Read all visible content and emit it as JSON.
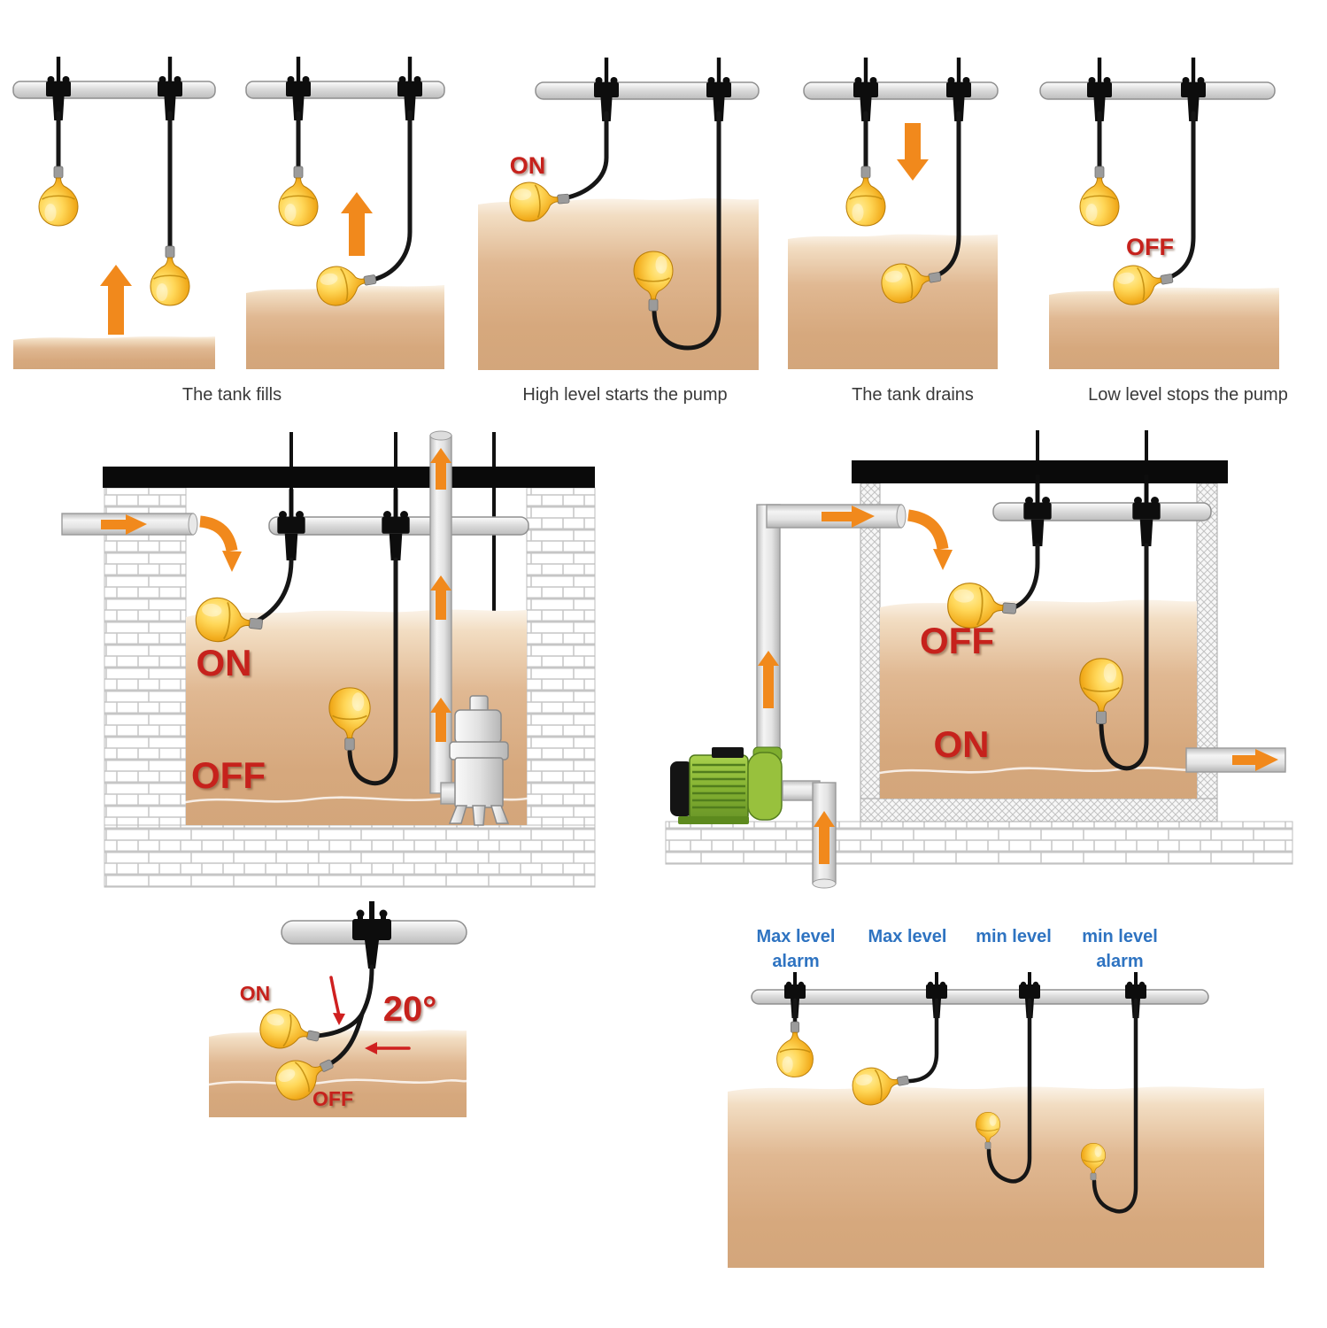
{
  "top_row": {
    "panels": [
      {
        "caption": "The tank fills"
      },
      {
        "caption": "High level starts the pump",
        "state_label": "ON"
      },
      {
        "caption": "The tank drains"
      },
      {
        "caption": "Low level stops the pump",
        "state_label": "OFF"
      }
    ]
  },
  "sump_diagram": {
    "on_label": "ON",
    "off_label": "OFF"
  },
  "transfer_diagram": {
    "off_label": "OFF",
    "on_label": "ON"
  },
  "angle_diagram": {
    "on_label": "ON",
    "off_label": "OFF",
    "angle_label": "20°"
  },
  "levels_diagram": {
    "labels": [
      {
        "line1": "Max level",
        "line2": "alarm"
      },
      {
        "line1": "Max level",
        "line2": ""
      },
      {
        "line1": "min level",
        "line2": ""
      },
      {
        "line1": "min level",
        "line2": "alarm"
      }
    ]
  },
  "colors": {
    "float_yellow": "#f2ac1d",
    "arrow_orange": "#f1891c",
    "state_red": "#c6201e",
    "label_blue": "#2e73c1",
    "water_tan": "#d6a87d",
    "pump_green": "#85b232",
    "rail_gray": "#d8d8d8"
  }
}
